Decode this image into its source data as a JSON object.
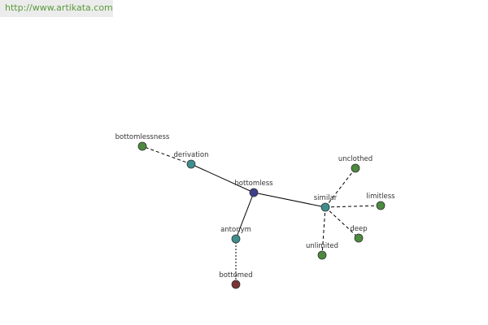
{
  "site_url": "http://www.artikata.com",
  "colors": {
    "center": "#3b3f8c",
    "relation": "#3e8e8e",
    "word": "#4c8a3f",
    "antonym_word": "#7a3434",
    "edge": "#000000"
  },
  "graph": {
    "nodes": [
      {
        "id": "bottomless",
        "label": "bottomless",
        "kind": "center"
      },
      {
        "id": "derivation",
        "label": "derivation",
        "kind": "relation"
      },
      {
        "id": "bottomlessness",
        "label": "bottomlessness",
        "kind": "word"
      },
      {
        "id": "similar",
        "label": "similar",
        "kind": "relation"
      },
      {
        "id": "unclothed",
        "label": "unclothed",
        "kind": "word"
      },
      {
        "id": "limitless",
        "label": "limitless",
        "kind": "word"
      },
      {
        "id": "deep",
        "label": "deep",
        "kind": "word"
      },
      {
        "id": "unlimited",
        "label": "unlimited",
        "kind": "word"
      },
      {
        "id": "antonym",
        "label": "antonym",
        "kind": "relation"
      },
      {
        "id": "bottomed",
        "label": "bottomed",
        "kind": "antonym_word"
      }
    ],
    "edges": [
      {
        "from": "bottomless",
        "to": "derivation",
        "style": "solid"
      },
      {
        "from": "bottomless",
        "to": "similar",
        "style": "solid"
      },
      {
        "from": "bottomless",
        "to": "antonym",
        "style": "solid"
      },
      {
        "from": "derivation",
        "to": "bottomlessness",
        "style": "dashed"
      },
      {
        "from": "similar",
        "to": "unclothed",
        "style": "dashed"
      },
      {
        "from": "similar",
        "to": "limitless",
        "style": "dashed"
      },
      {
        "from": "similar",
        "to": "deep",
        "style": "dashed"
      },
      {
        "from": "similar",
        "to": "unlimited",
        "style": "dashed"
      },
      {
        "from": "antonym",
        "to": "bottomed",
        "style": "dotted"
      }
    ]
  }
}
